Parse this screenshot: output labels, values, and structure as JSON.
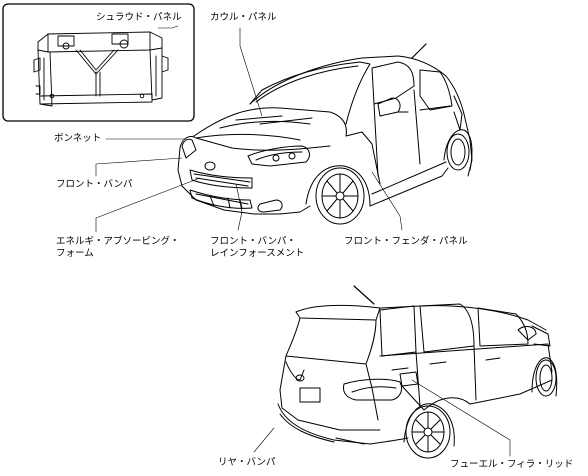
{
  "labels": {
    "shroud_panel": "シュラウド・パネル",
    "cowl_panel": "カウル・パネル",
    "bonnet": "ボンネット",
    "front_bumper": "フロント・バンパ",
    "energy_absorbing_foam_line1": "エネルギ・アブソービング・",
    "energy_absorbing_foam_line2": "フォーム",
    "front_bumper_reinforcement_line1": "フロント・バンパ・",
    "front_bumper_reinforcement_line2": "レインフォースメント",
    "front_fender_panel": "フロント・フェンダ・パネル",
    "rear_bumper": "リヤ・バンパ",
    "fuel_filler_lid": "フューエル・フィラ・リッド"
  }
}
